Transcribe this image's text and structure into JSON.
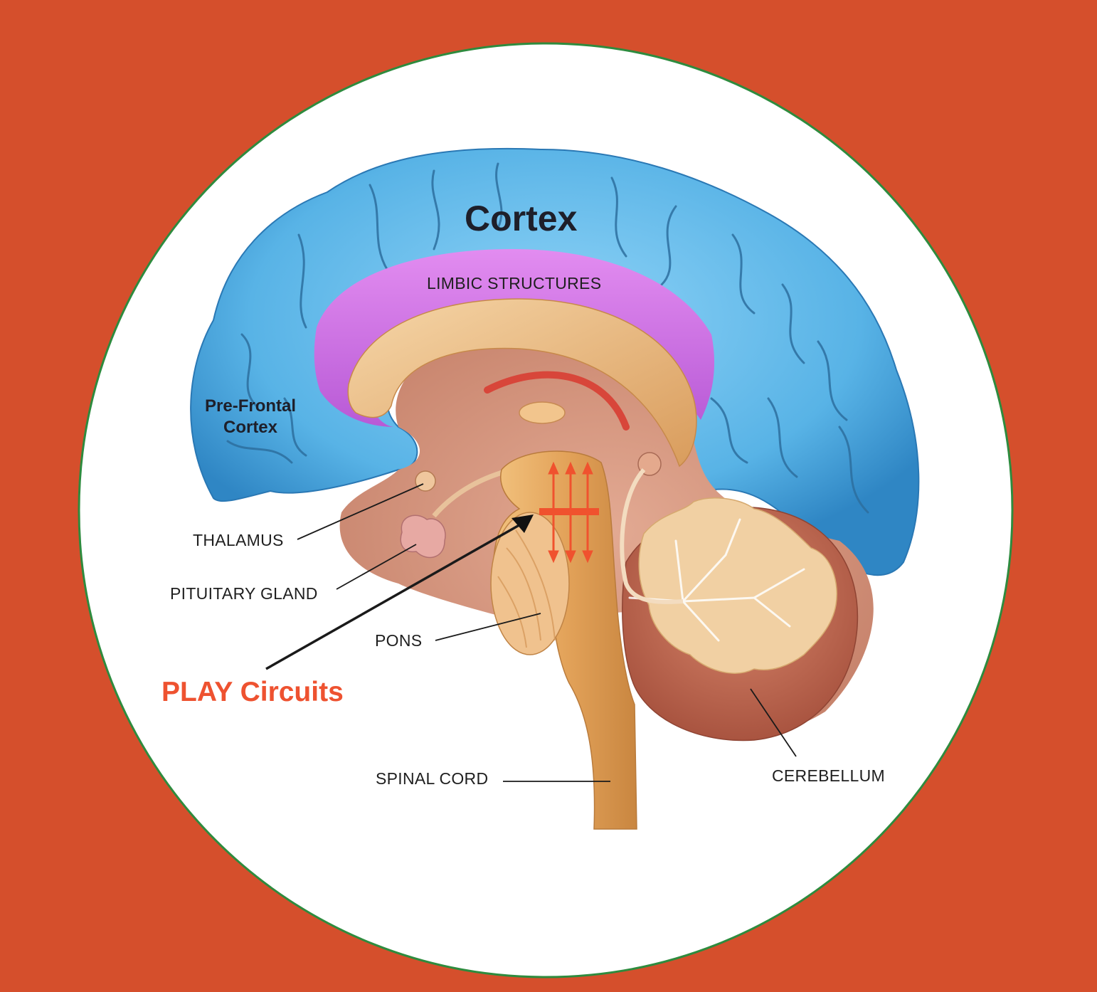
{
  "labels": {
    "cortex": "Cortex",
    "limbic": "LIMBIC STRUCTURES",
    "prefrontal_line1": "Pre-Frontal",
    "prefrontal_line2": "Cortex",
    "thalamus": "THALAMUS",
    "pituitary": "PITUITARY GLAND",
    "pons": "PONS",
    "play_circuits": "PLAY Circuits",
    "spinal_cord": "SPINAL CORD",
    "cerebellum": "CEREBELLUM"
  },
  "colors": {
    "background": "#d54f2c",
    "circle_fill": "#ffffff",
    "circle_border": "#2e8b3e",
    "cortex": "#5fb8e8",
    "limbic": "#c86ce0",
    "play_text": "#ee5230",
    "arrows": "#f0522e"
  }
}
